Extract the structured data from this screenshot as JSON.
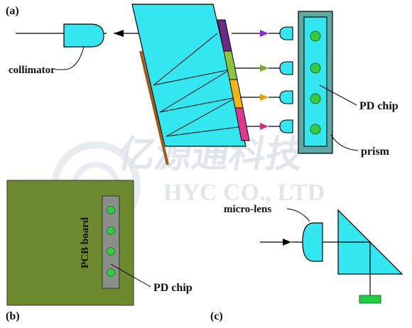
{
  "panels": {
    "a": {
      "tag": "(a)",
      "collimator_label": "collimator",
      "pd_chip_label": "PD chip",
      "prism_label": "prism",
      "filter_colors": [
        "#6a2a8a",
        "#8cc63f",
        "#f6b412",
        "#e0378f"
      ],
      "channel_count": 4
    },
    "b": {
      "tag": "(b)",
      "board_label": "PCB board",
      "pd_chip_label": "PD chip",
      "board_color": "#6e8a2e"
    },
    "c": {
      "tag": "(c)",
      "microlens_label": "micro-lens",
      "detector_color": "#22cc44"
    }
  },
  "watermark": {
    "cn_text": "亿源通科技",
    "en_text": "HYC CO., LTD"
  },
  "colors": {
    "optic_fill": "#33e6f0",
    "pd_green": "#33cc44",
    "substrate": "#5fa8a6"
  }
}
